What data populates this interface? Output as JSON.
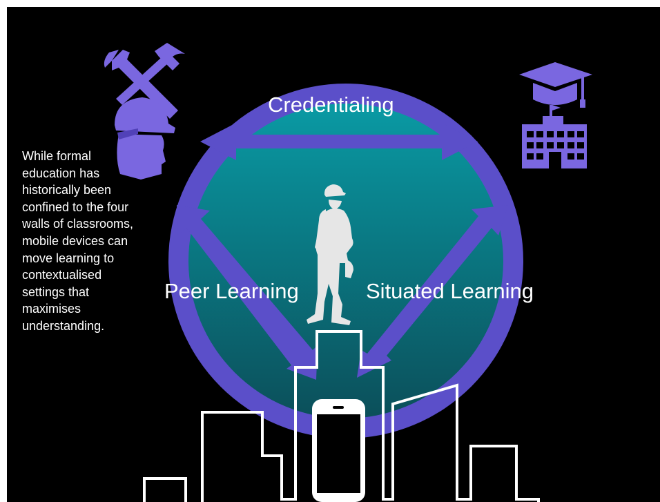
{
  "diagram": {
    "labels": {
      "top": "Credentialing",
      "left": "Peer Learning",
      "right": "Situated Learning"
    },
    "paragraph_lines": [
      "While formal",
      "education has",
      "historically been",
      "confined to the four",
      "walls of classrooms,",
      "mobile devices can",
      "move learning to",
      "contextualised",
      "settings that",
      "maximises",
      "understanding."
    ],
    "icons": {
      "top_left": [
        "saw-icon",
        "hammer-icon",
        "hard-hat-head-icon"
      ],
      "top_right": [
        "graduation-cap-icon",
        "school-building-icon"
      ],
      "center": "construction-worker-icon",
      "bottom": [
        "city-skyline-icon",
        "smartphone-icon"
      ]
    },
    "colors": {
      "background": "#000000",
      "ring": "#5b4fc9",
      "arrow": "#5b4fc9",
      "circle_top": "#0a9aa4",
      "circle_bottom": "#0b5560",
      "icon": "#7a67e0",
      "text": "#ffffff"
    }
  }
}
